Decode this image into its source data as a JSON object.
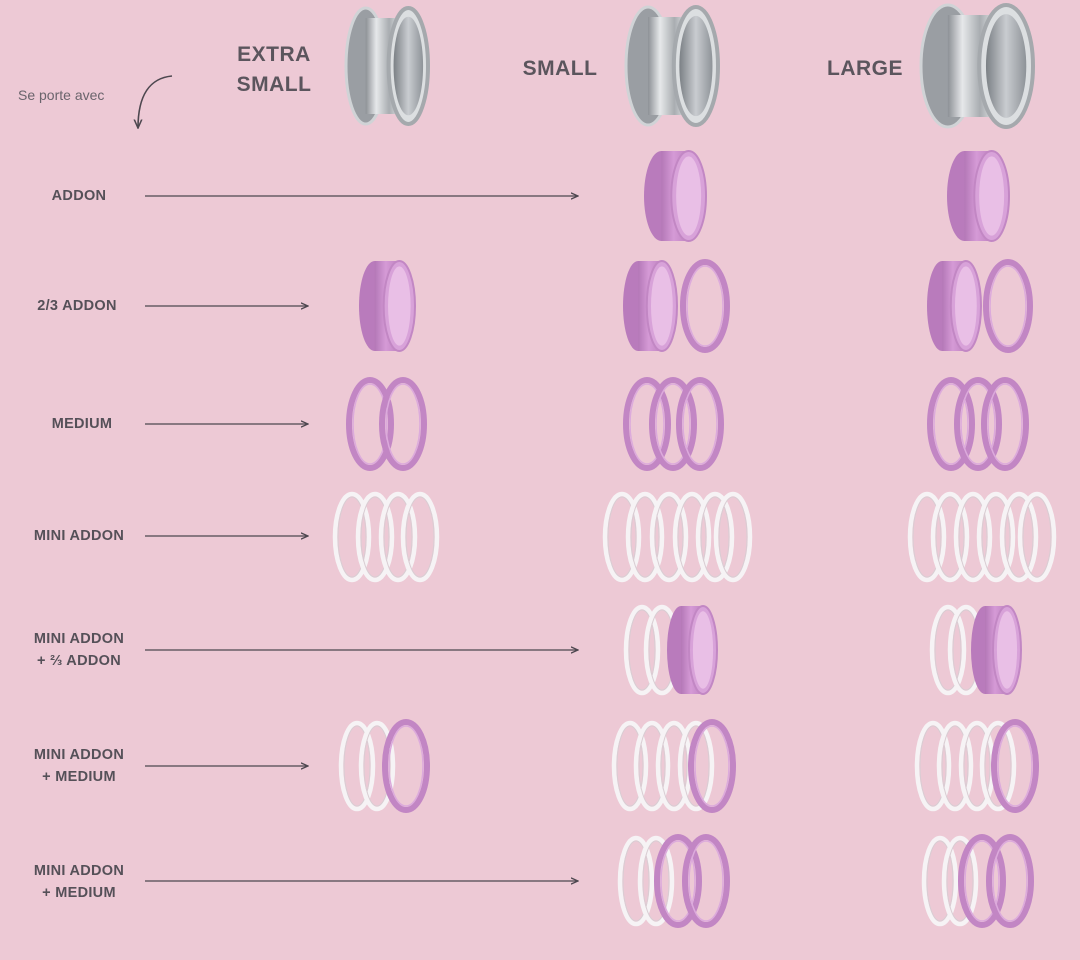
{
  "header": {
    "note": "Se porte avec",
    "columns": [
      {
        "line1": "EXTRA",
        "line2": "SMALL"
      },
      {
        "line1": "SMALL",
        "line2": ""
      },
      {
        "line1": "LARGE",
        "line2": ""
      }
    ]
  },
  "rows": [
    {
      "line1": "ADDON",
      "line2": ""
    },
    {
      "line1": "2/3 ADDON",
      "line2": ""
    },
    {
      "line1": "MEDIUM",
      "line2": ""
    },
    {
      "line1": "MINI ADDON",
      "line2": ""
    },
    {
      "line1": "MINI ADDON",
      "line2": "+ ⅔ ADDON"
    },
    {
      "line1": "MINI ADDON",
      "line2": "+ MEDIUM"
    },
    {
      "line1": "MINI ADDON",
      "line2": "+ MEDIUM"
    }
  ],
  "colors": {
    "background": "#edc9d5",
    "pink_ring": "#c98dc9",
    "clear_ring": "#f2eef0",
    "steel": "#b9bcbf"
  }
}
